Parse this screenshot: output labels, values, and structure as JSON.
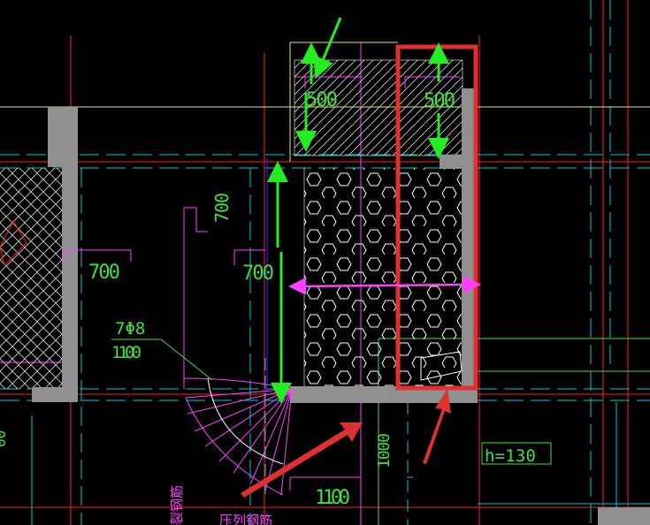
{
  "drawing": {
    "dims": {
      "top_left": "500",
      "top_right": "500",
      "left_700": "700",
      "vertical_700": "700",
      "mid_700": "700",
      "bottom_1100": "1100",
      "vertical_1000": "1000"
    },
    "rebar": {
      "count_label": "7Φ8",
      "length_label": "1100"
    },
    "slab_tag": "h=130",
    "chinese_notes": [
      "裂钢筋",
      "压列钢筋"
    ]
  },
  "colors": {
    "background": "#000000",
    "axis_red": "#ff2020",
    "cyan": "#00c8d8",
    "magenta": "#ff40ff",
    "green_text": "#40e040",
    "green_arrow": "#22ee22",
    "wall_gray": "#909090",
    "highlight_red": "#e03030",
    "yellow": "#e8e870",
    "blue": "#2020ff",
    "white": "#ffffff"
  }
}
